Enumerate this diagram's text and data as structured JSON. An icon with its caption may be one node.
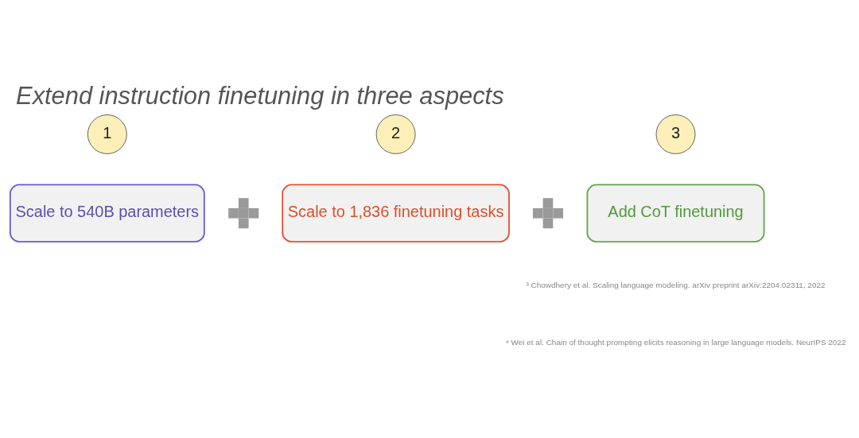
{
  "diagram": {
    "title": "Extend instruction finetuning in three aspects",
    "nodes": [
      {
        "text": [
          "1"
        ]
      },
      {
        "text": [
          "2"
        ]
      },
      {
        "text": [
          "3"
        ]
      },
      {
        "text": [
          "Scale to 540B parameters"
        ]
      },
      {
        "text": [],
        "shape": "plus"
      },
      {
        "text": [
          "Scale to 1,836 finetuning tasks"
        ]
      },
      {
        "text": [],
        "shape": "plus"
      },
      {
        "text": [
          "Add CoT finetuning"
        ]
      }
    ],
    "edges": [],
    "labels": [
      "³ Chowdhery et al. Scaling language modeling. arXiv preprint arXiv:2204.02311, 2022",
      "⁴ Wei et al. Chain of thought prompting elicits reasoning in large language models. NeurIPS 2022"
    ]
  }
}
